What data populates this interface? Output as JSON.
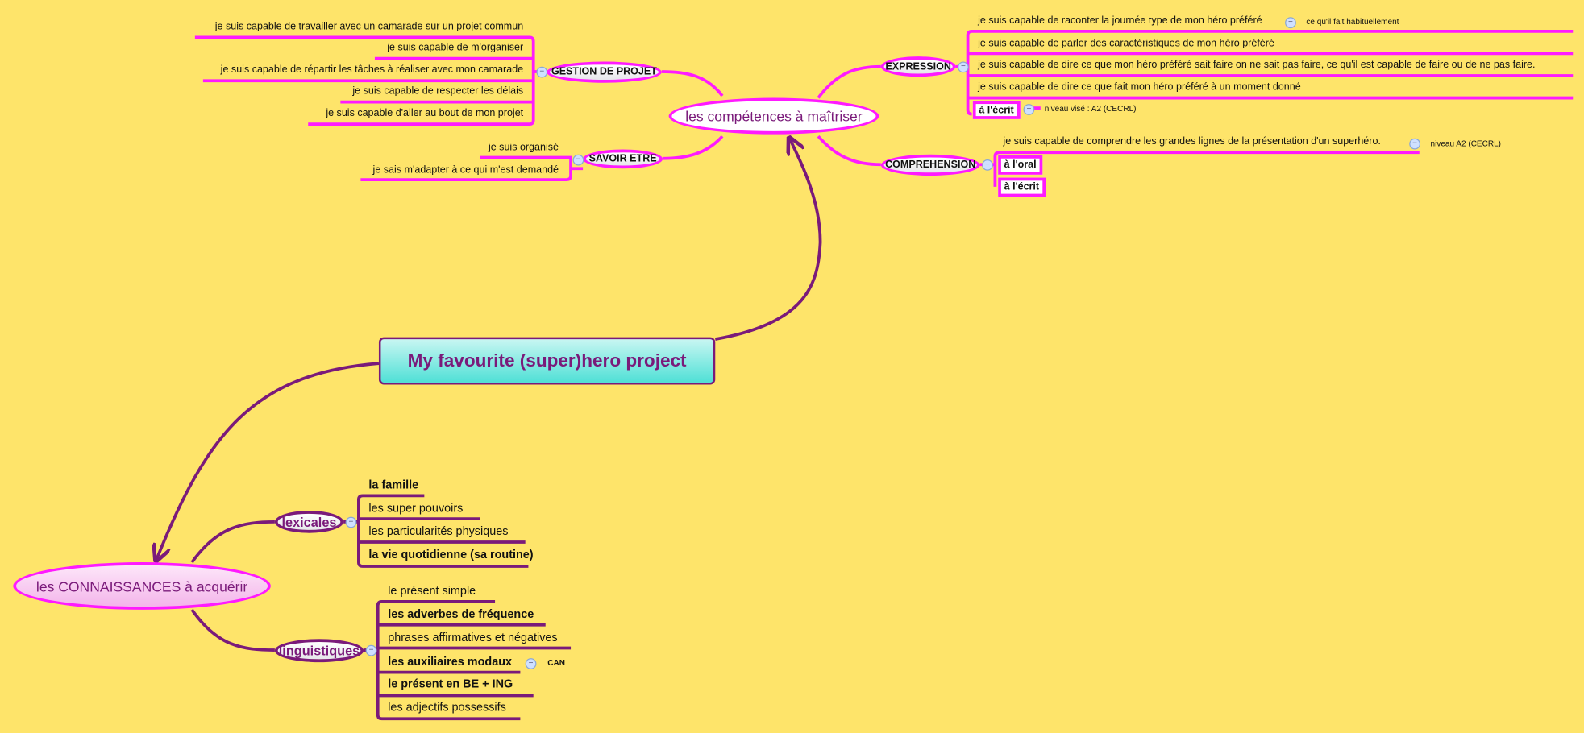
{
  "central": {
    "title": "My favourite (super)hero project"
  },
  "competences": {
    "title": "les compétences à maîtriser",
    "gestion": {
      "label": "GESTION DE PROJET",
      "items": [
        "je suis capable de travailler avec un camarade sur un projet commun",
        "je suis capable de m'organiser",
        "je suis capable de répartir les tâches à réaliser avec mon camarade",
        "je suis capable de respecter les délais",
        "je suis capable d'aller au bout de mon projet"
      ]
    },
    "savoir_etre": {
      "label": "SAVOIR ETRE",
      "items": [
        "je suis organisé",
        "je sais m'adapter à ce qui m'est demandé"
      ]
    },
    "expression": {
      "label": "EXPRESSION",
      "items": [
        "je suis capable de raconter la journée type de mon héro préféré",
        "je suis capable de parler des caractéristiques de mon héro préféré",
        "je suis capable de dire ce que mon héro préféré sait faire on ne sait pas faire, ce qu'il est capable de faire ou de ne pas faire.",
        "je suis capable de dire ce que fait mon héro préféré à un moment donné"
      ],
      "item1_note": "ce qu'il fait habituellement",
      "ecrit": "à l'écrit",
      "ecrit_note": "niveau visé : A2 (CECRL)"
    },
    "comprehension": {
      "label": "COMPREHENSION",
      "item": "je suis capable de comprendre les grandes lignes de la présentation d'un superhéro.",
      "item_note": "niveau A2 (CECRL)",
      "oral": "à l'oral",
      "ecrit": "à l'écrit"
    }
  },
  "connaissances": {
    "title": "les CONNAISSANCES à acquérir",
    "lexicales": {
      "label": "lexicales",
      "items": [
        "la famille",
        "les super pouvoirs",
        "les particularités physiques",
        "la vie quotidienne (sa routine)"
      ]
    },
    "linguistiques": {
      "label": "linguistiques",
      "items": [
        "le présent simple",
        "les adverbes de fréquence",
        "phrases affirmatives et négatives",
        "les auxiliaires modaux",
        "le présent en BE + ING",
        "les adjectifs possessifs"
      ],
      "modaux_note": "CAN"
    }
  },
  "collapse_symbol": "−",
  "colors": {
    "background": "#fee46a",
    "magenta": "#ff1aff",
    "purple": "#7a1a7a",
    "central_fill": "#4fe0d6",
    "connaissances_fill": "#f7c4ee"
  }
}
